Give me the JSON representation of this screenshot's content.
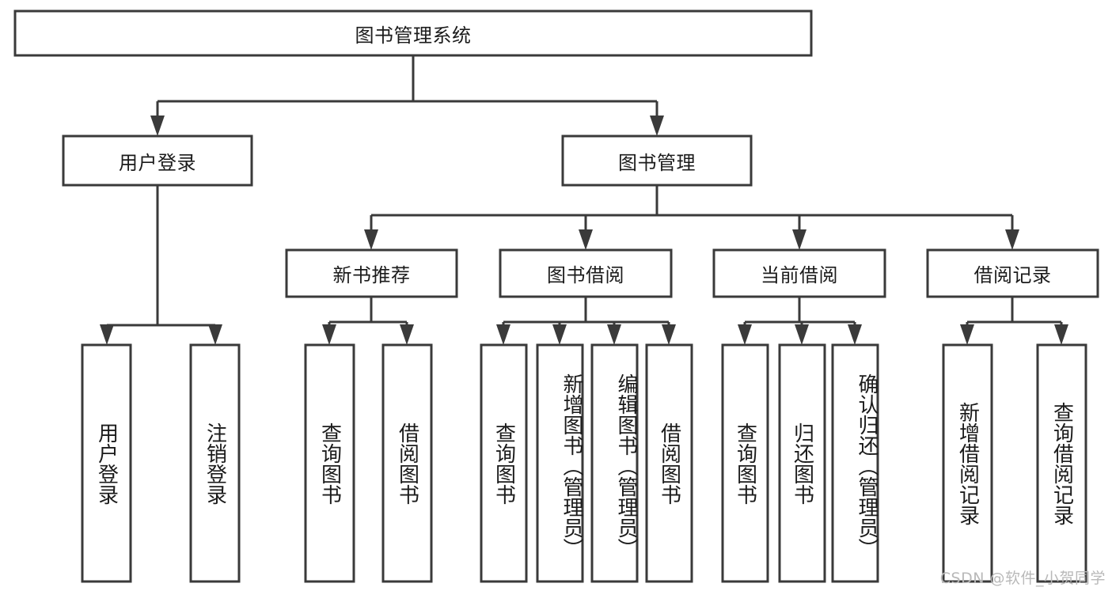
{
  "diagram": {
    "type": "tree",
    "title_node": {
      "label": "图书管理系统"
    },
    "level1": [
      {
        "label": "用户登录"
      },
      {
        "label": "图书管理"
      }
    ],
    "level2": [
      {
        "label": "新书推荐"
      },
      {
        "label": "图书借阅"
      },
      {
        "label": "当前借阅"
      },
      {
        "label": "借阅记录"
      }
    ],
    "leaves": {
      "user_login": [
        {
          "label": "用户登录"
        },
        {
          "label": "注销登录"
        }
      ],
      "new_book_recommend": [
        {
          "label": "查询图书"
        },
        {
          "label": "借阅图书"
        }
      ],
      "book_borrow": [
        {
          "label": "查询图书"
        },
        {
          "label": "新增图书（管理员）"
        },
        {
          "label": "编辑图书（管理员）"
        },
        {
          "label": "借阅图书"
        }
      ],
      "current_borrow": [
        {
          "label": "查询图书"
        },
        {
          "label": "归还图书"
        },
        {
          "label": "确认归还（管理员）"
        }
      ],
      "borrow_record": [
        {
          "label": "新增借阅记录"
        },
        {
          "label": "查询借阅记录"
        }
      ]
    }
  },
  "watermark": {
    "text": "CSDN @软件_小贺同学"
  },
  "colors": {
    "box_stroke": "#3a3a3a",
    "box_fill": "#ffffff",
    "text": "#1b1b1b",
    "watermark": "#b9b9b9",
    "background": "#ffffff"
  }
}
